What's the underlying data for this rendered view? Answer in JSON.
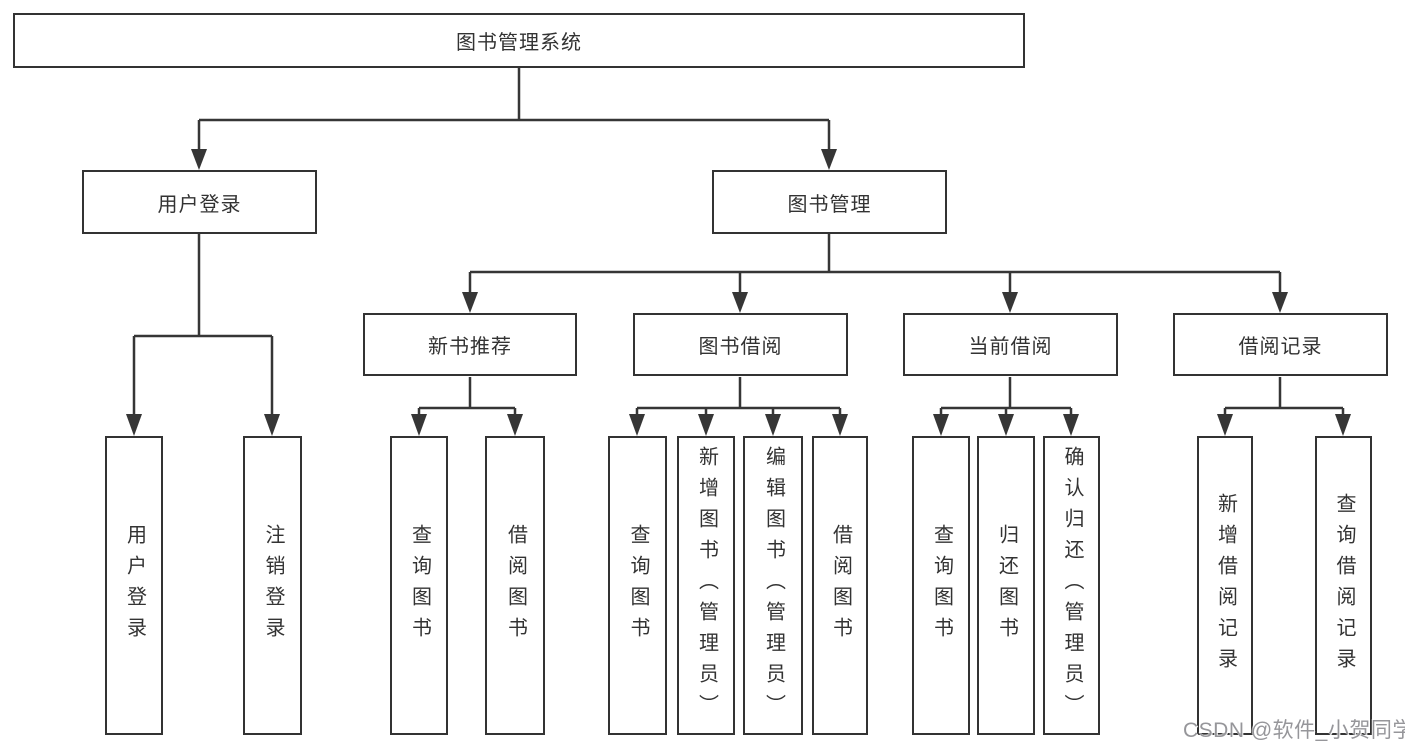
{
  "diagram": {
    "type": "hierarchy-flowchart",
    "root": {
      "label": "图书管理系统"
    },
    "level2": [
      {
        "id": "user-login",
        "label": "用户登录",
        "parent": "图书管理系统"
      },
      {
        "id": "book-mgmt",
        "label": "图书管理",
        "parent": "图书管理系统"
      }
    ],
    "level3": [
      {
        "id": "new-book",
        "label": "新书推荐",
        "parent": "图书管理"
      },
      {
        "id": "book-borrow",
        "label": "图书借阅",
        "parent": "图书管理"
      },
      {
        "id": "current-borrow",
        "label": "当前借阅",
        "parent": "图书管理"
      },
      {
        "id": "borrow-records",
        "label": "借阅记录",
        "parent": "图书管理"
      }
    ],
    "leaves": [
      {
        "id": "leaf-user-login",
        "label": "用户登录",
        "parent": "用户登录"
      },
      {
        "id": "leaf-logout",
        "label": "注销登录",
        "parent": "用户登录"
      },
      {
        "id": "leaf-nb-query",
        "label": "查询图书",
        "parent": "新书推荐"
      },
      {
        "id": "leaf-nb-borrow",
        "label": "借阅图书",
        "parent": "新书推荐"
      },
      {
        "id": "leaf-bb-query",
        "label": "查询图书",
        "parent": "图书借阅"
      },
      {
        "id": "leaf-bb-add",
        "label": "新增图书（管理员）",
        "parent": "图书借阅"
      },
      {
        "id": "leaf-bb-edit",
        "label": "编辑图书（管理员）",
        "parent": "图书借阅"
      },
      {
        "id": "leaf-bb-borrow",
        "label": "借阅图书",
        "parent": "图书借阅"
      },
      {
        "id": "leaf-cb-query",
        "label": "查询图书",
        "parent": "当前借阅"
      },
      {
        "id": "leaf-cb-return",
        "label": "归还图书",
        "parent": "当前借阅"
      },
      {
        "id": "leaf-cb-confirm",
        "label": "确认归还（管理员）",
        "parent": "当前借阅"
      },
      {
        "id": "leaf-br-add",
        "label": "新增借阅记录",
        "parent": "借阅记录"
      },
      {
        "id": "leaf-br-query",
        "label": "查询借阅记录",
        "parent": "借阅记录"
      }
    ]
  },
  "watermark": {
    "text": "CSDN @软件_小贺同学"
  },
  "colors": {
    "line": "#363636",
    "box_border": "#333333",
    "text": "#333333",
    "background": "#ffffff",
    "watermark": "#96969a"
  }
}
